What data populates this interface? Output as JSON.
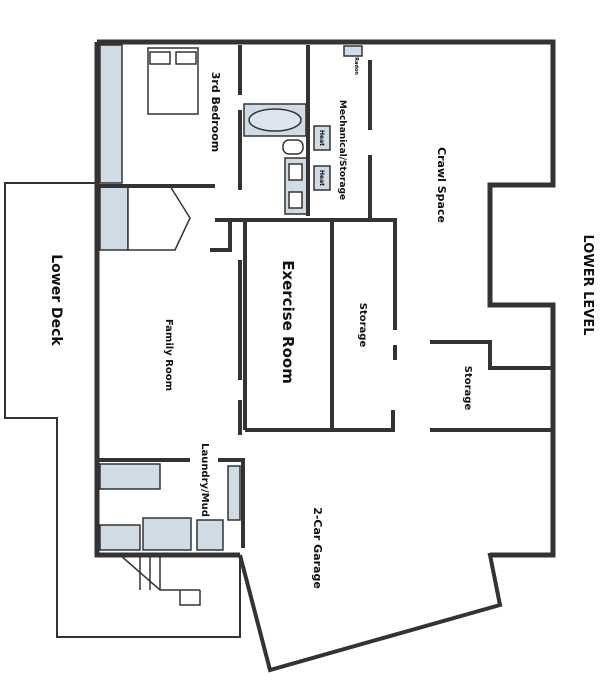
{
  "title": "LOWER LEVEL",
  "rooms": {
    "lower_deck": "Lower Deck",
    "family_room": "Family Room",
    "bedroom": "3rd Bedroom",
    "mechanical": "Mechanical/Storage",
    "crawl_space": "Crawl Space",
    "exercise_room": "Exercise Room",
    "storage_1": "Storage",
    "storage_2": "Storage",
    "laundry": "Laundry/Mud",
    "garage": "2-Car Garage"
  },
  "fixtures": {
    "heat_1": "Heat",
    "heat_2": "Heat",
    "radon": "Radon"
  },
  "colors": {
    "wall_fill": "#cfdbe5",
    "wall_stroke": "#333333"
  }
}
